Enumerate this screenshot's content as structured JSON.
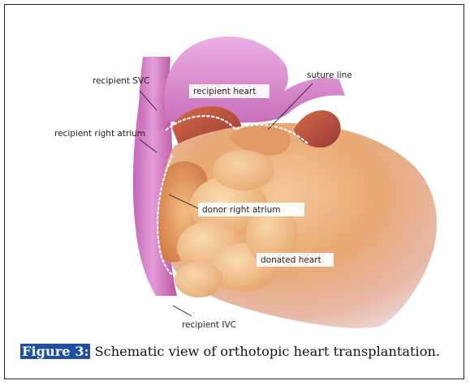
{
  "figure": {
    "caption_label": "Figure 3:",
    "caption_text": "Schematic view of orthotopic heart transplantation."
  },
  "labels": {
    "recipient_svc": "recipient SVC",
    "recipient_heart": "recipient heart",
    "suture_line": "suture line",
    "recipient_right_atrium": "recipient right atrium",
    "donor_right_atrium": "donor right atrium",
    "donated_heart": "donated heart",
    "recipient_ivc": "recipient IVC"
  },
  "colors": {
    "recipient_tissue": "#d879c9",
    "donor_tissue": "#d9834f",
    "caption_highlight": "#1f4fa3"
  }
}
